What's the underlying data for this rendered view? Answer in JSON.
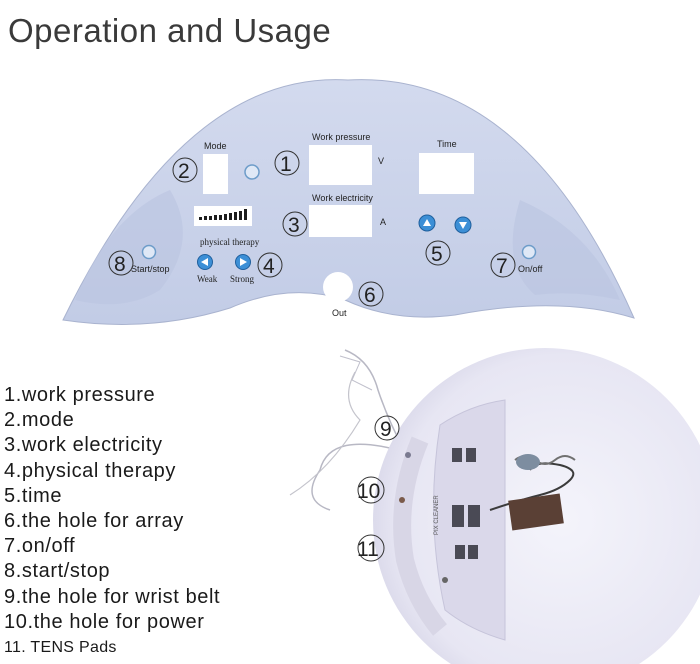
{
  "title": "Operation and Usage",
  "panel": {
    "mode_label": "Mode",
    "work_pressure_label": "Work pressure",
    "time_label": "Time",
    "work_electricity_label": "Work electricity",
    "unit_v": "V",
    "unit_a": "A",
    "physical_therapy_label": "physical therapy",
    "weak_label": "Weak",
    "strong_label": "Strong",
    "start_stop_label": "Start/stop",
    "on_off_label": "On/off",
    "out_label": "Out",
    "callouts": [
      "1",
      "2",
      "3",
      "4",
      "5",
      "6",
      "7",
      "8"
    ]
  },
  "device": {
    "callouts": [
      "9",
      "10",
      "11"
    ],
    "side_text": "PIX CLEANER"
  },
  "legend": [
    "1.work pressure",
    "2.mode",
    "3.work electricity",
    "4.physical therapy",
    "5.time",
    "6.the hole for array",
    "7.on/off",
    "8.start/stop",
    "9.the hole for wrist belt",
    "10.the hole for power",
    "11. TENS Pads"
  ],
  "colors": {
    "panel_fill": "#c9d2e8",
    "panel_wave": "#b9c3df",
    "button_blue": "#3c8fd6",
    "led_blue": "#8ac0e6",
    "display_white": "#ffffff"
  },
  "icons": {
    "up_arrow": "arrow-up-icon",
    "down_arrow": "arrow-down-icon",
    "left_arrow": "arrow-left-icon",
    "right_arrow": "arrow-right-icon"
  }
}
